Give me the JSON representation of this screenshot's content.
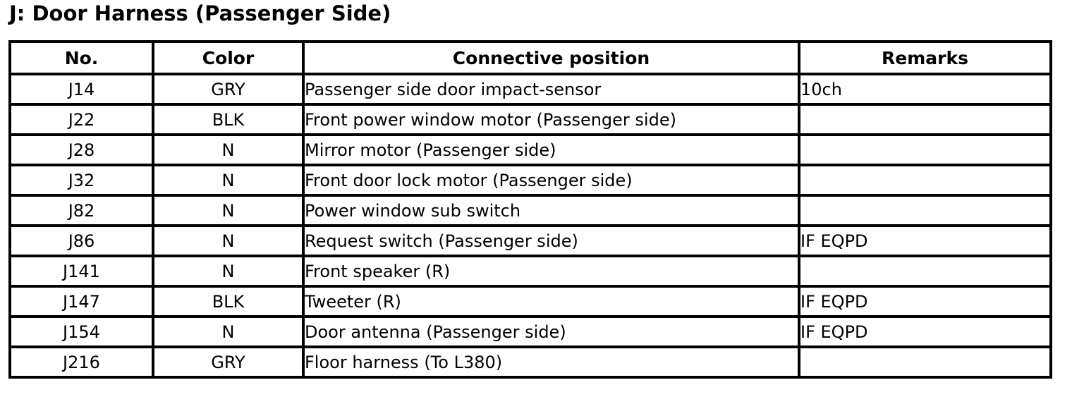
{
  "title": "J: Door Harness (Passenger Side)",
  "table": {
    "headers": {
      "no": "No.",
      "color": "Color",
      "position": "Connective position",
      "remarks": "Remarks"
    },
    "rows": [
      {
        "no": "J14",
        "color": "GRY",
        "position": "Passenger side door impact-sensor",
        "remarks": "10ch"
      },
      {
        "no": "J22",
        "color": "BLK",
        "position": "Front power window motor (Passenger side)",
        "remarks": ""
      },
      {
        "no": "J28",
        "color": "N",
        "position": "Mirror motor (Passenger side)",
        "remarks": ""
      },
      {
        "no": "J32",
        "color": "N",
        "position": "Front door lock motor (Passenger side)",
        "remarks": ""
      },
      {
        "no": "J82",
        "color": "N",
        "position": "Power window sub switch",
        "remarks": ""
      },
      {
        "no": "J86",
        "color": "N",
        "position": "Request switch (Passenger side)",
        "remarks": "IF EQPD"
      },
      {
        "no": "J141",
        "color": "N",
        "position": "Front speaker (R)",
        "remarks": ""
      },
      {
        "no": "J147",
        "color": "BLK",
        "position": "Tweeter (R)",
        "remarks": "IF EQPD"
      },
      {
        "no": "J154",
        "color": "N",
        "position": "Door antenna (Passenger side)",
        "remarks": "IF EQPD"
      },
      {
        "no": "J216",
        "color": "GRY",
        "position": "Floor harness (To L380)",
        "remarks": ""
      }
    ]
  },
  "colors": {
    "ink": "#000000",
    "background": "#ffffff"
  }
}
